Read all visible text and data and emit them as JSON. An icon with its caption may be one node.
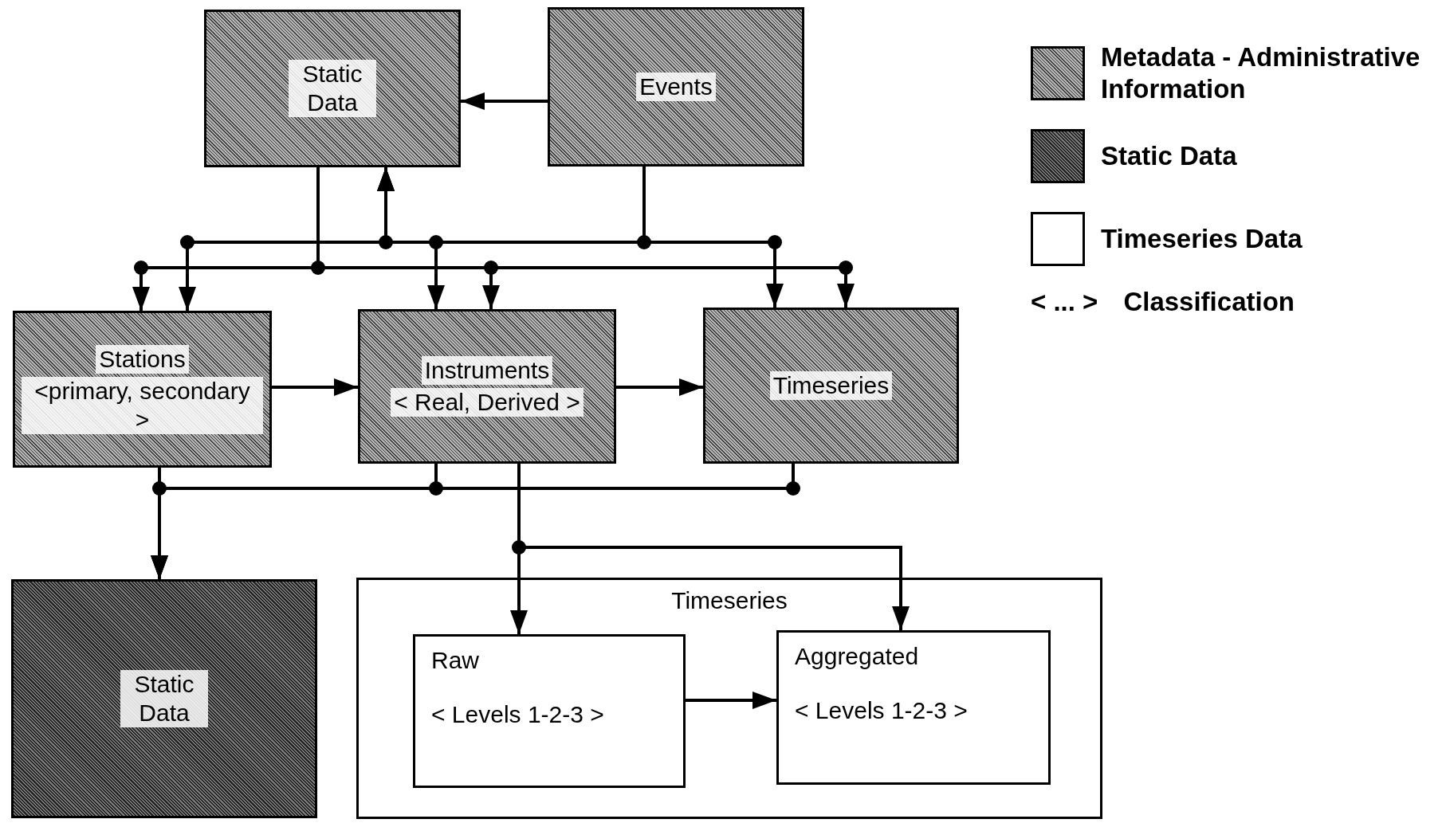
{
  "diagram": {
    "nodes": [
      {
        "text": [
          "Static Data"
        ]
      },
      {
        "text": [
          "Events"
        ]
      },
      {
        "text": [
          "Stations",
          "<primary, secondary >"
        ]
      },
      {
        "text": [
          "Instruments",
          "< Real, Derived >"
        ]
      },
      {
        "text": [
          "Timeseries"
        ]
      },
      {
        "text": [
          "Static Data"
        ]
      },
      {
        "text": [
          "Timeseries"
        ]
      },
      {
        "text": [
          "Raw",
          "< Levels 1-2-3 >"
        ],
        "in": 6
      },
      {
        "text": [
          "Aggregated",
          "< Levels 1-2-3 >"
        ],
        "in": 6
      }
    ],
    "edges": [
      {
        "from": 1,
        "to": 0,
        "arrow": "to"
      },
      {
        "from": 0,
        "to": 2,
        "arrow": "to"
      },
      {
        "from": 0,
        "to": 3,
        "arrow": "to"
      },
      {
        "from": 0,
        "to": 4,
        "arrow": "to"
      },
      {
        "from": 1,
        "to": 2,
        "arrow": "to"
      },
      {
        "from": 1,
        "to": 3,
        "arrow": "to"
      },
      {
        "from": 1,
        "to": 4,
        "arrow": "to"
      },
      {
        "from": 2,
        "to": 0,
        "arrow": "to"
      },
      {
        "from": 3,
        "to": 0,
        "arrow": "to"
      },
      {
        "from": 4,
        "to": 0,
        "arrow": "to"
      },
      {
        "from": 2,
        "to": 3,
        "arrow": "to"
      },
      {
        "from": 3,
        "to": 4,
        "arrow": "to"
      },
      {
        "from": 2,
        "to": 5,
        "arrow": "to"
      },
      {
        "from": 3,
        "to": 5,
        "arrow": "to"
      },
      {
        "from": 4,
        "to": 5,
        "arrow": "to"
      },
      {
        "from": 3,
        "to": 7,
        "arrow": "to"
      },
      {
        "from": 3,
        "to": 8,
        "arrow": "to"
      },
      {
        "from": 7,
        "to": 8,
        "arrow": "to"
      }
    ],
    "labels": [
      "< ... >",
      "Classification"
    ],
    "legend": [
      {
        "text": "Metadata - Administrative Information",
        "color": "#b4b4b4"
      },
      {
        "text": "Static Data",
        "color": "#7c7c7c"
      },
      {
        "text": "Timeseries Data",
        "color": "#ffffff"
      }
    ]
  }
}
